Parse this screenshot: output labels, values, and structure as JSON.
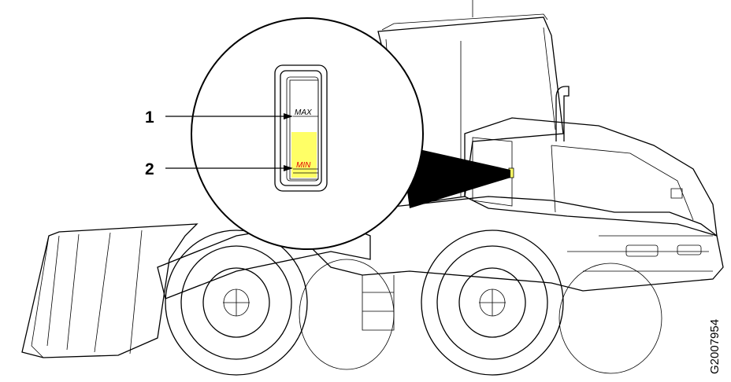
{
  "callouts": [
    {
      "number": "1"
    },
    {
      "number": "2"
    }
  ],
  "gauge": {
    "max_label": "MAX",
    "min_label": "MIN",
    "fill_color": "#ffff66",
    "min_label_color": "#e00000"
  },
  "figure_id": "G2007954"
}
